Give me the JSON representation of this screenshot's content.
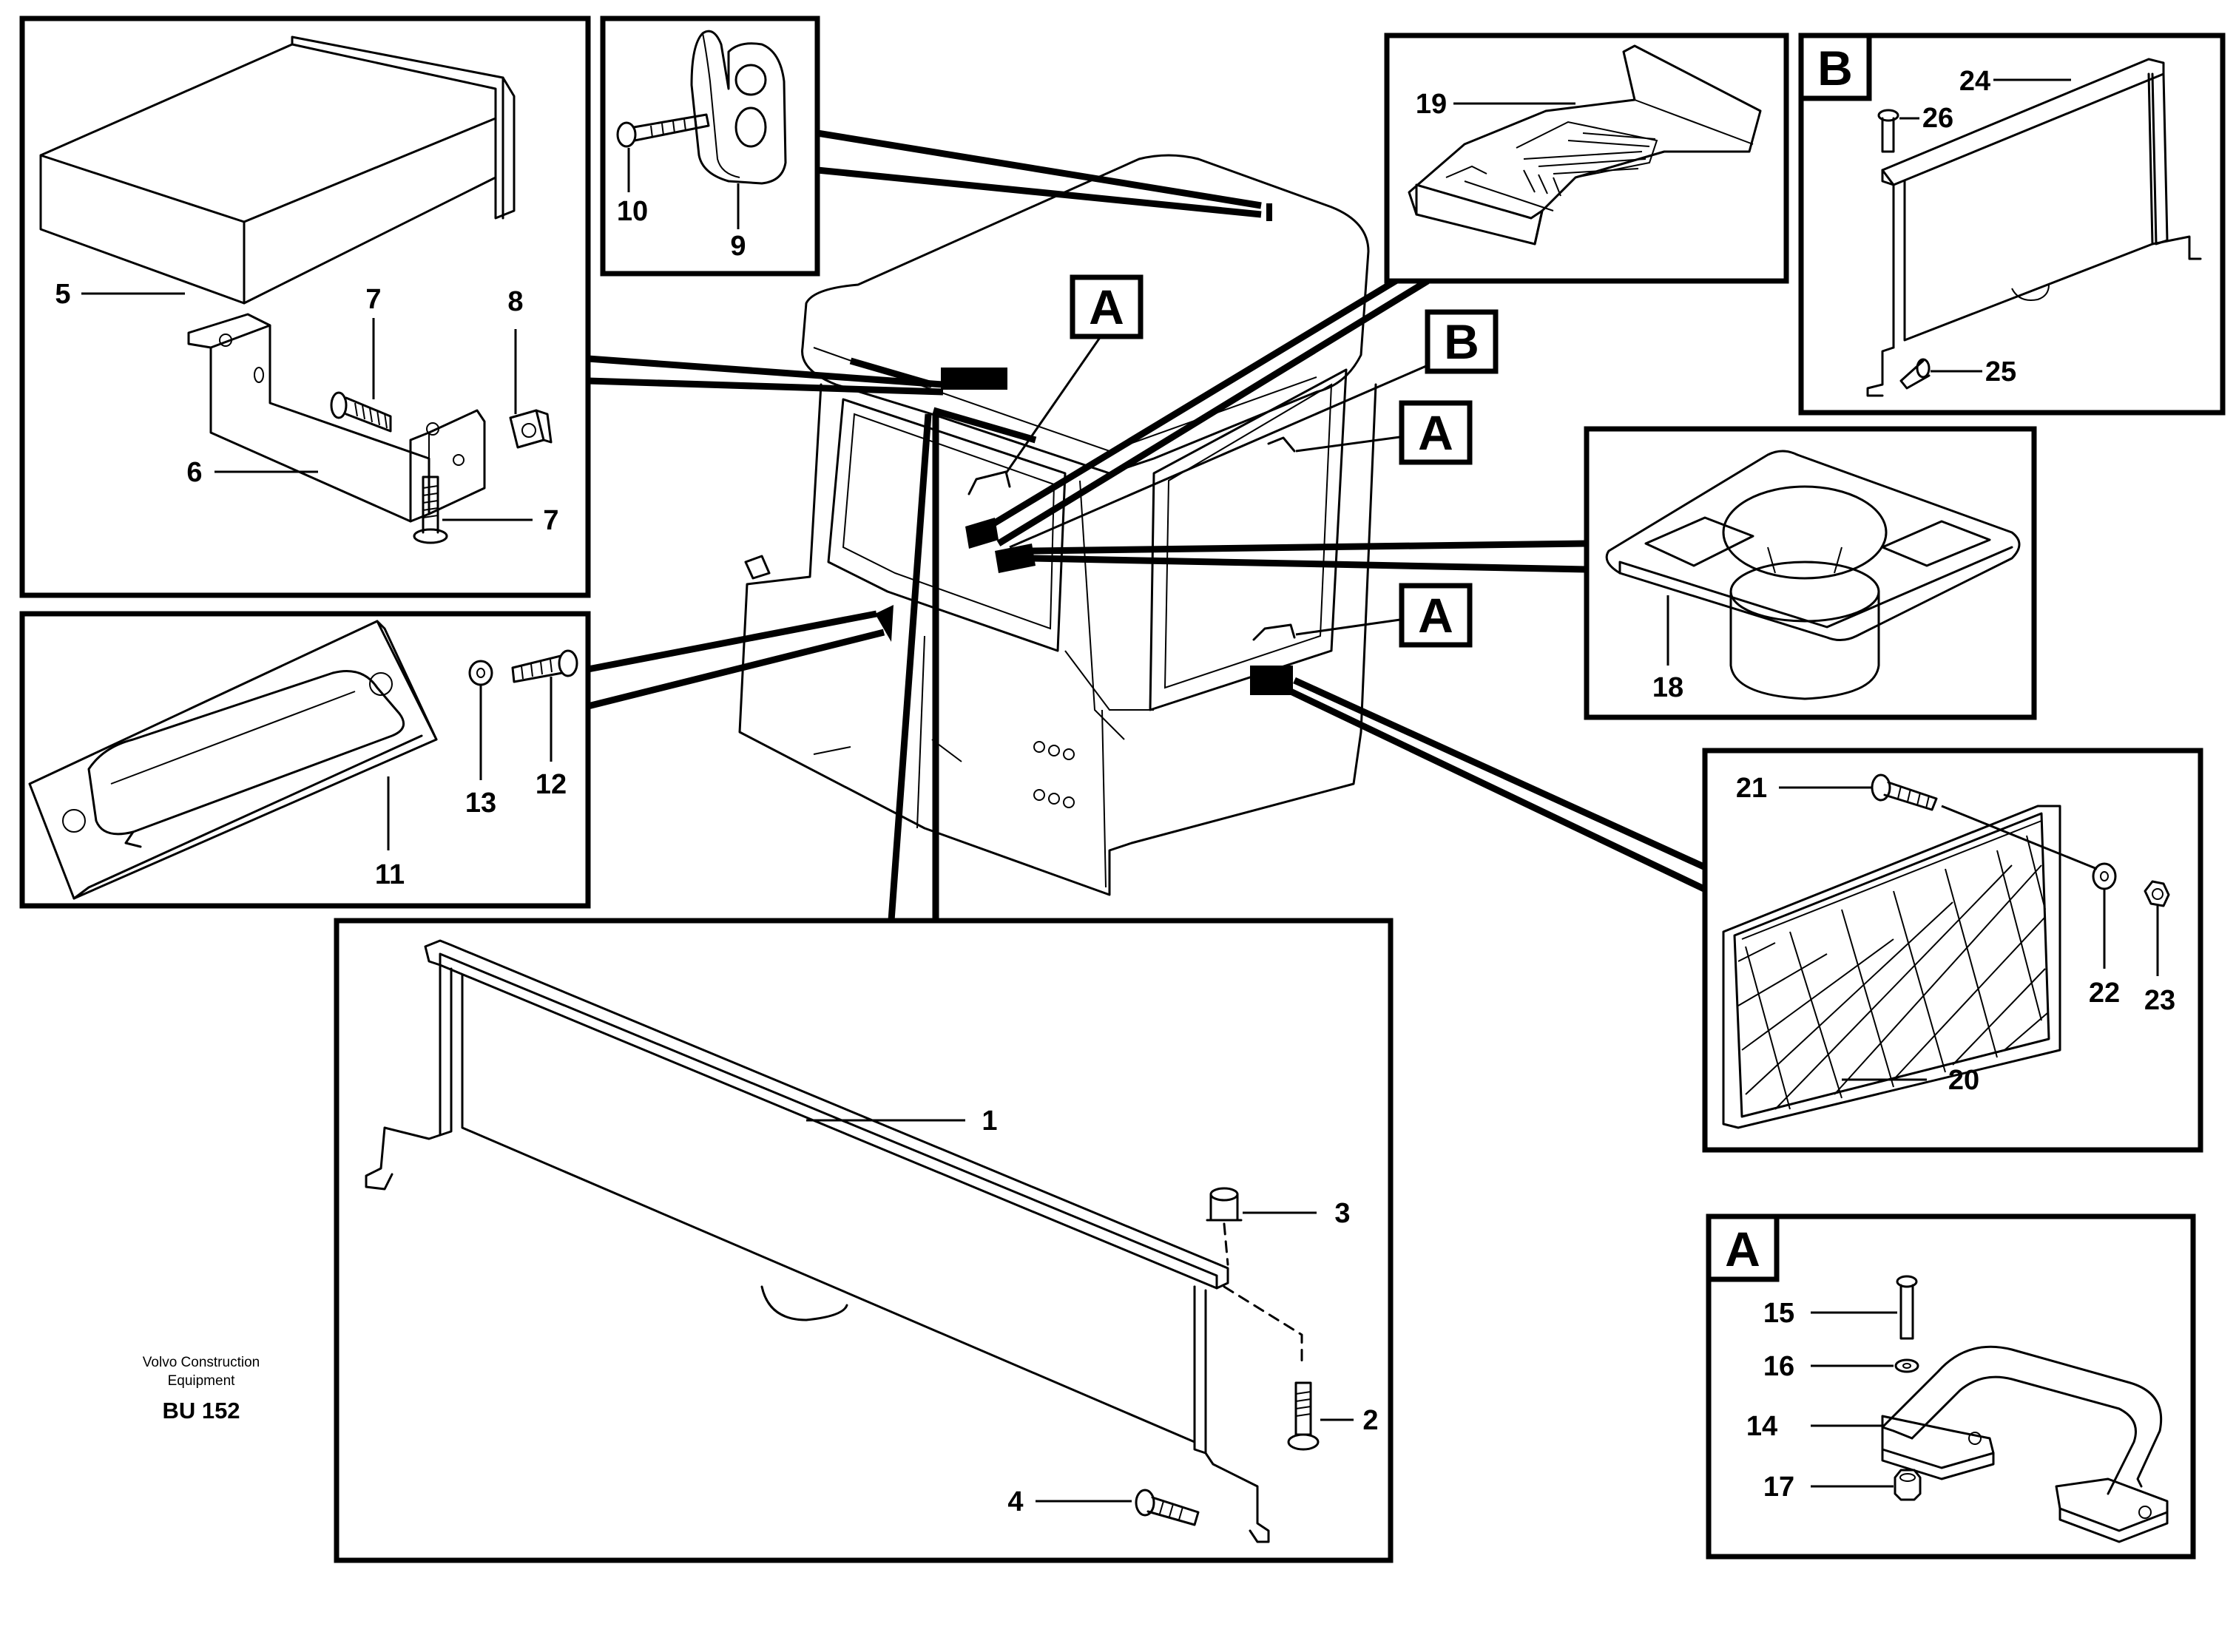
{
  "callouts": {
    "c1": "1",
    "c2": "2",
    "c3": "3",
    "c4": "4",
    "c5": "5",
    "c6": "6",
    "c7a": "7",
    "c7b": "7",
    "c8": "8",
    "c9": "9",
    "c10": "10",
    "c11": "11",
    "c12": "12",
    "c13": "13",
    "c14": "14",
    "c15": "15",
    "c16": "16",
    "c17": "17",
    "c18": "18",
    "c19": "19",
    "c20": "20",
    "c21": "21",
    "c22": "22",
    "c23": "23",
    "c24": "24",
    "c25": "25",
    "c26": "26"
  },
  "section_tags": {
    "a_cab_top": "A",
    "b_cab": "B",
    "a_cab_right_upper": "A",
    "a_cab_right_lower": "A",
    "b_panel": "B",
    "a_panel": "A"
  },
  "caption": {
    "line1": "Volvo Construction",
    "line2": "Equipment",
    "code": "BU 152"
  }
}
